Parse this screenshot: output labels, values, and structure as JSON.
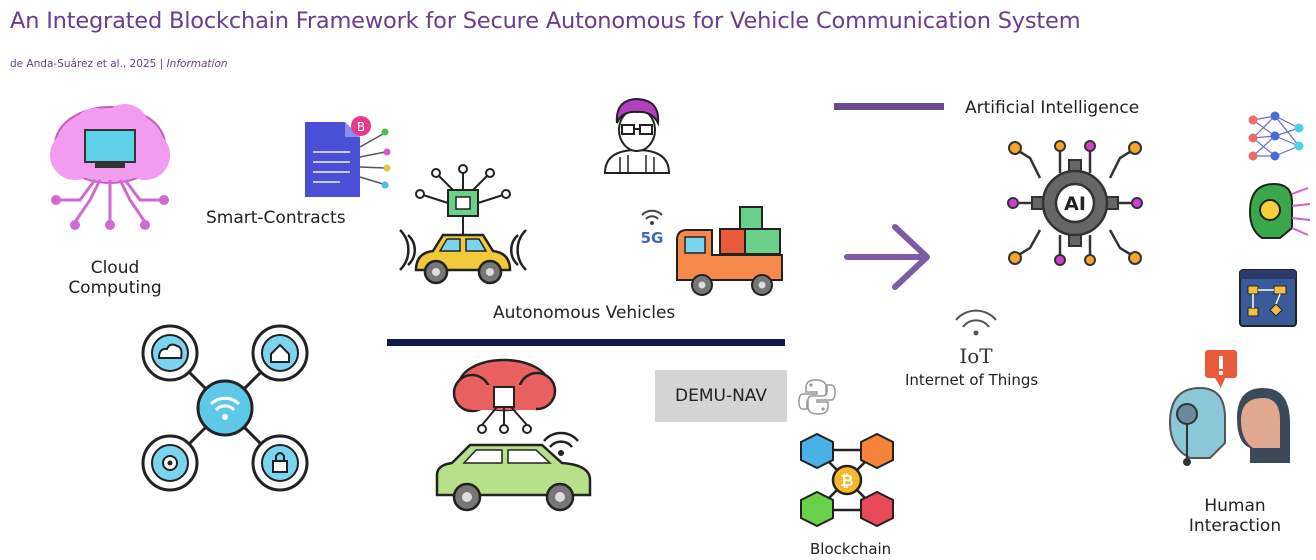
{
  "header": {
    "title": "An Integrated Blockchain Framework for Secure Autonomous for Vehicle Communication System",
    "authors": "de Anda-Suárez et al., 2025",
    "separator": "|",
    "journal": "Information"
  },
  "labels": {
    "cloud_computing_line1": "Cloud",
    "cloud_computing_line2": "Computing",
    "smart_contracts": "Smart-Contracts",
    "autonomous_vehicles": "Autonomous Vehicles",
    "artificial_intelligence": "Artificial Intelligence",
    "internet_of_things": "Internet of Things",
    "demu_nav": "DEMU-NAV",
    "blockchain": "Blockchain",
    "human_interaction_line1": "Human",
    "human_interaction_line2": "Interaction",
    "contract_badge": "B",
    "network_5g": "5G",
    "ai_gear_text": "AI",
    "iot_text": "IoT",
    "bitcoin_symbol": "₿"
  },
  "colors": {
    "title": "#6a3d8f",
    "purple_bar": "#6a4a8f",
    "navy_bar": "#0f1a4a",
    "arrow": "#7d5ba6",
    "demu_box": "#d4d4d4"
  }
}
